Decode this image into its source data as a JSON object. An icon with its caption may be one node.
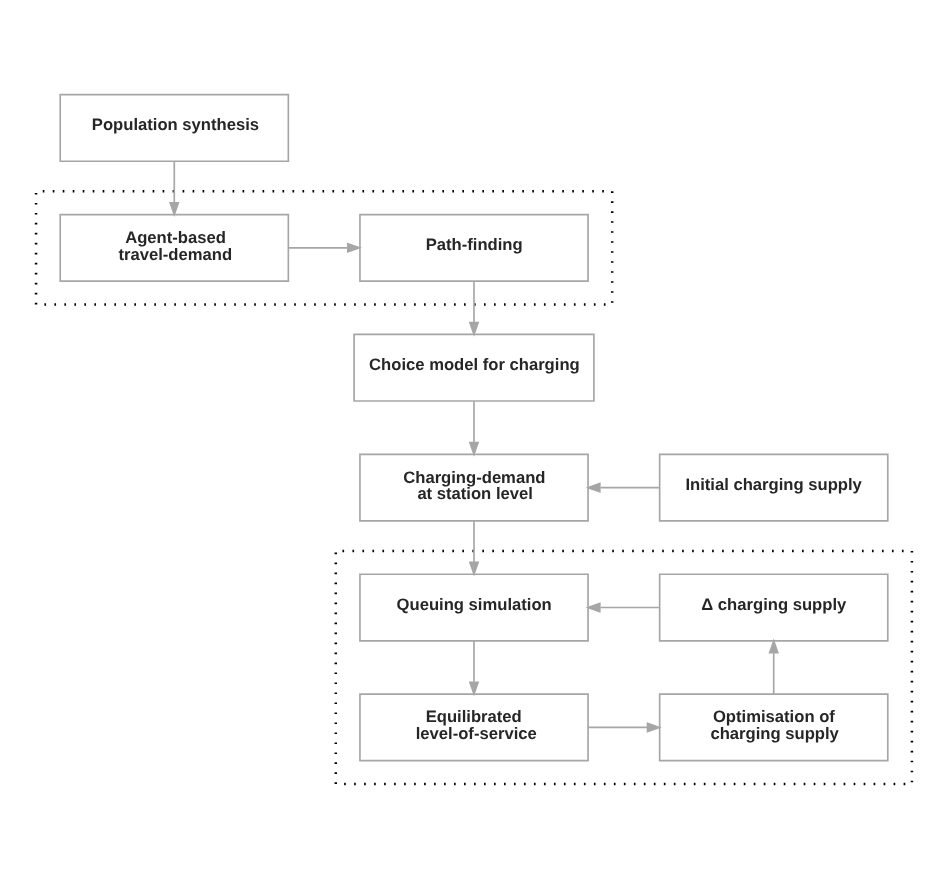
{
  "diagram": {
    "nodes": [
      {
        "text": [
          "Population synthesis"
        ]
      },
      {
        "text": [],
        "shape": "box"
      },
      {
        "text": [
          "Agent-based travel-demand"
        ],
        "in": 1
      },
      {
        "text": [
          "Path-finding"
        ],
        "in": 1
      },
      {
        "text": [
          "Choice model for charging"
        ]
      },
      {
        "text": [
          "Charging-demand at station level"
        ]
      },
      {
        "text": [
          "Initial charging supply"
        ]
      },
      {
        "text": [],
        "shape": "box"
      },
      {
        "text": [
          "Queuing simulation"
        ],
        "in": 7
      },
      {
        "text": [
          "Δ charging supply"
        ],
        "in": 7
      },
      {
        "text": [
          "Equilibrated level-of-service"
        ],
        "in": 7
      },
      {
        "text": [
          "Optimisation of charging supply"
        ],
        "in": 7
      }
    ],
    "edges": [
      {
        "from": 0,
        "to": 2,
        "arrow": "to"
      },
      {
        "from": 2,
        "to": 3,
        "arrow": "to"
      },
      {
        "from": 3,
        "to": 4,
        "arrow": "to"
      },
      {
        "from": 4,
        "to": 5,
        "arrow": "to"
      },
      {
        "from": 6,
        "to": 5,
        "arrow": "to"
      },
      {
        "from": 5,
        "to": 8,
        "arrow": "to"
      },
      {
        "from": 8,
        "to": 10,
        "arrow": "to"
      },
      {
        "from": 10,
        "to": 11,
        "arrow": "to"
      },
      {
        "from": 11,
        "to": 9,
        "arrow": "to"
      },
      {
        "from": 9,
        "to": 8,
        "arrow": "to"
      }
    ]
  }
}
